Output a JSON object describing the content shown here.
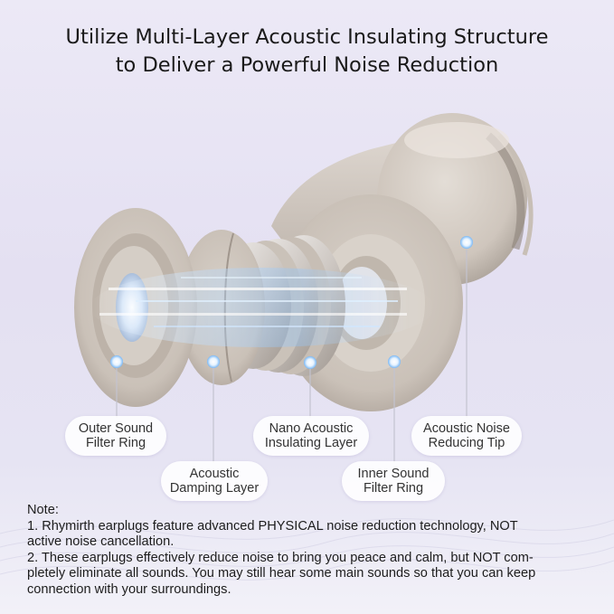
{
  "headline": {
    "line1": "Utilize Multi-Layer Acoustic Insulating Structure",
    "line2": "to Deliver a Powerful Noise Reduction"
  },
  "callouts": {
    "outer_ring": {
      "line1": "Outer Sound",
      "line2": "Filter Ring"
    },
    "damping": {
      "line1": "Acoustic",
      "line2": "Damping Layer"
    },
    "nano": {
      "line1": "Nano Acoustic",
      "line2": "Insulating Layer"
    },
    "inner_ring": {
      "line1": "Inner Sound",
      "line2": "Filter Ring"
    },
    "tip": {
      "line1": "Acoustic Noise",
      "line2": "Reducing Tip"
    }
  },
  "note": {
    "heading": "Note:",
    "lines": [
      "1. Rhymirth earplugs feature advanced PHYSICAL noise reduction technology, NOT",
      "active noise cancellation.",
      "2. These earplugs effectively reduce noise to bring you peace and calm, but NOT com-",
      "pletely eliminate all sounds. You may still hear some main sounds so that you can keep",
      "connection with your surroundings."
    ]
  },
  "colors": {
    "background": "#e6e3f3",
    "earplug": "#d8d0c8",
    "earplug_shade": "#a99f96",
    "glow": "#7ab8f5"
  }
}
